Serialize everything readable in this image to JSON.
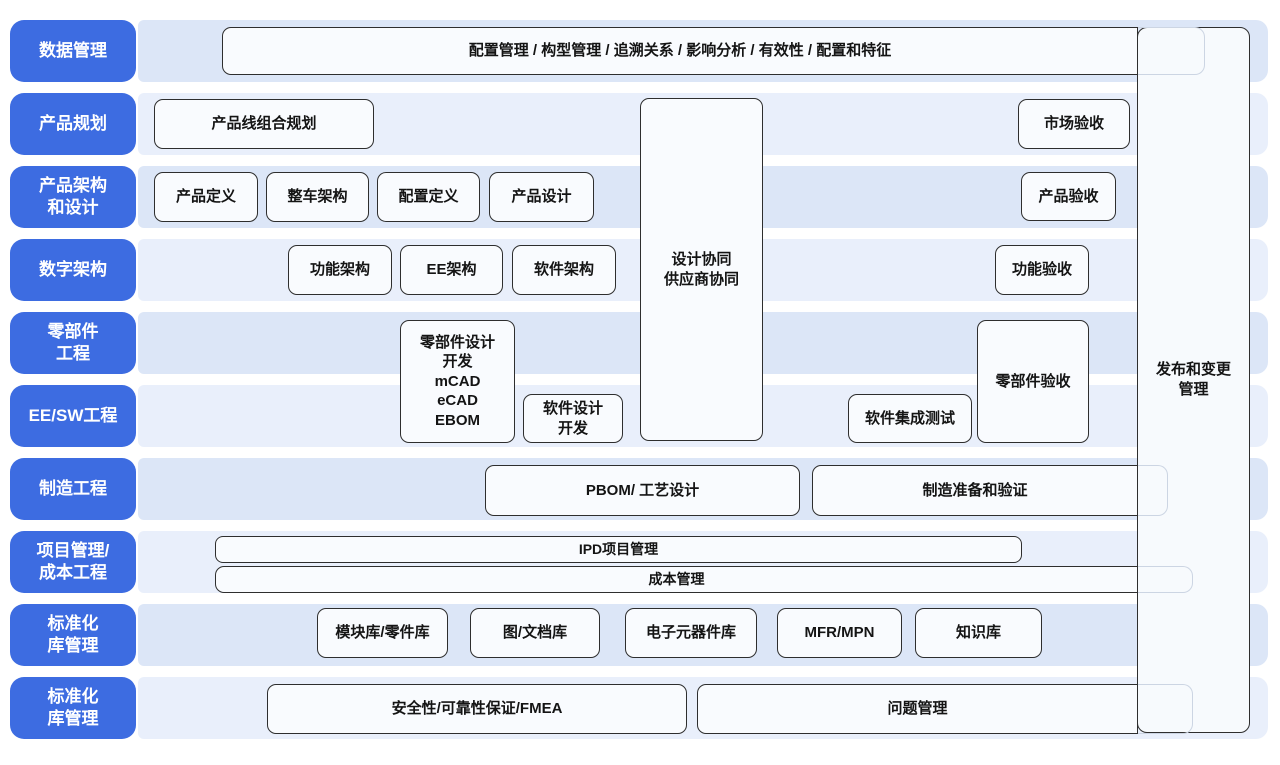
{
  "diagram_title": "PLM capability architecture diagram",
  "colors": {
    "sidebar_blue": "#3d6ce1",
    "band_dark": "#dce6f7",
    "band_light": "#e9effb",
    "box_border": "#2e2e2e",
    "box_fill": "#f9fbfe",
    "ghost_border": "#ccd5e3"
  },
  "sidebar_rows": [
    {
      "lines": [
        "数据管理"
      ]
    },
    {
      "lines": [
        "产品规划"
      ]
    },
    {
      "lines": [
        "产品架构",
        "和设计"
      ]
    },
    {
      "lines": [
        "数字架构"
      ]
    },
    {
      "lines": [
        "零部件",
        "工程"
      ]
    },
    {
      "lines": [
        "EE/SW工程"
      ]
    },
    {
      "lines": [
        "制造工程"
      ]
    },
    {
      "lines": [
        "项目管理/",
        "成本工程"
      ]
    },
    {
      "lines": [
        "标准化",
        "库管理"
      ]
    },
    {
      "lines": [
        "标准化",
        "库管理"
      ]
    }
  ],
  "boxes": {
    "config_mgmt": "配置管理 / 构型管理 / 追溯关系 / 影响分析 / 有效性 / 配置和特征",
    "product_line_planning": "产品线组合规划",
    "market_acceptance": "市场验收",
    "product_definition": "产品定义",
    "vehicle_architecture": "整车架构",
    "config_definition": "配置定义",
    "product_design": "产品设计",
    "product_acceptance": "产品验收",
    "function_architecture": "功能架构",
    "ee_architecture": "EE架构",
    "software_architecture": "软件架构",
    "function_acceptance": "功能验收",
    "parts_design": {
      "lines": [
        "零部件设计",
        "开发",
        "mCAD",
        "eCAD",
        "EBOM"
      ]
    },
    "software_design": {
      "lines": [
        "软件设计",
        "开发"
      ]
    },
    "software_integration_test": "软件集成测试",
    "parts_acceptance": "零部件验收",
    "design_collaboration": {
      "lines": [
        "设计协同",
        "供应商协同"
      ]
    },
    "pbom_process_design": "PBOM/ 工艺设计",
    "manufacturing_preparation": "制造准备和验证",
    "ipd_project_mgmt": "IPD项目管理",
    "cost_mgmt": "成本管理",
    "module_parts_library": "模块库/零件库",
    "doc_library": "图/文档库",
    "electronic_components_library": "电子元器件库",
    "mfr_mpn": "MFR/MPN",
    "knowledge_library": "知识库",
    "safety_reliability_fmea": "安全性/可靠性保证/FMEA",
    "issue_mgmt": "问题管理",
    "release_change_mgmt": {
      "lines": [
        "发布和变更",
        "管理"
      ]
    }
  }
}
